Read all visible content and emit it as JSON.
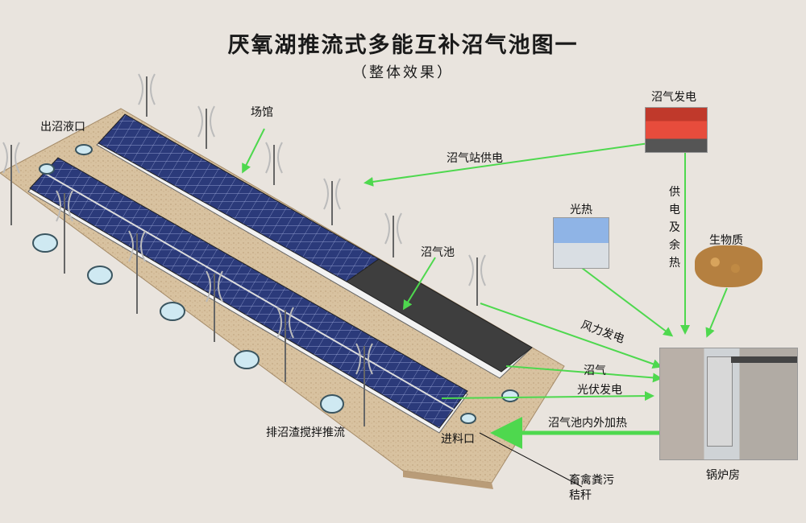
{
  "title": "厌氧湖推流式多能互补沼气池图一",
  "subtitle": "（整体效果）",
  "labels": {
    "outlet": "出沼液口",
    "venue": "场馆",
    "station_power": "沼气站供电",
    "biogas_generation": "沼气发电",
    "power_heat": [
      "供",
      "电",
      "及",
      "余",
      "热"
    ],
    "solar_thermal": "光热",
    "biomass": "生物质",
    "digester": "沼气池",
    "wind_power": "风力发电",
    "biogas": "沼气",
    "pv_power": "光伏发电",
    "heating": "沼气池内外加热",
    "boiler_room": "锅炉房",
    "stir": "排沼渣搅拌推流",
    "inlet": "进料口",
    "feedstock": [
      "畜禽粪污",
      "秸秆"
    ]
  },
  "colors": {
    "arrow": "#4ed84e",
    "ground": "#d8c2a0",
    "panel": "#2b3a7a",
    "roof_dark": "#3a3a3a"
  }
}
